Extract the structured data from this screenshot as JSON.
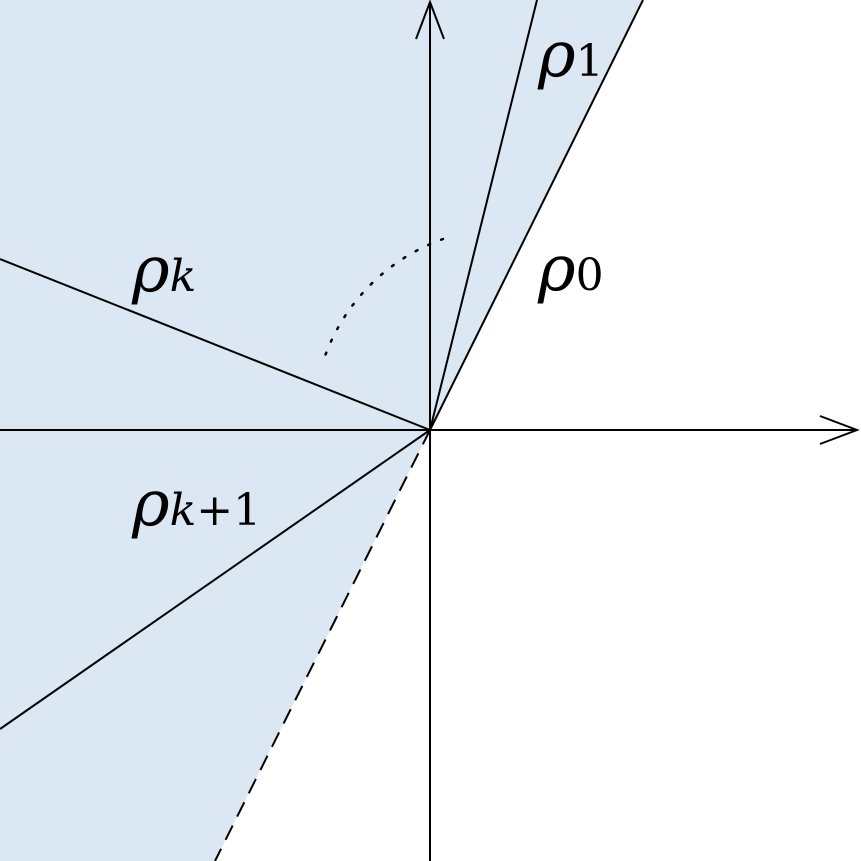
{
  "colors": {
    "region_fill": "#dce7f4",
    "stroke": "#000000",
    "background": "#ffffff"
  },
  "labels": {
    "rho_1": {
      "base": "ρ",
      "sub": "1"
    },
    "rho_0": {
      "base": "ρ",
      "sub": "0"
    },
    "rho_k": {
      "base": "ρ",
      "sub": "k"
    },
    "rho_k1": {
      "base": "ρ",
      "sub_var": "k",
      "sub_rest": "+1"
    }
  }
}
